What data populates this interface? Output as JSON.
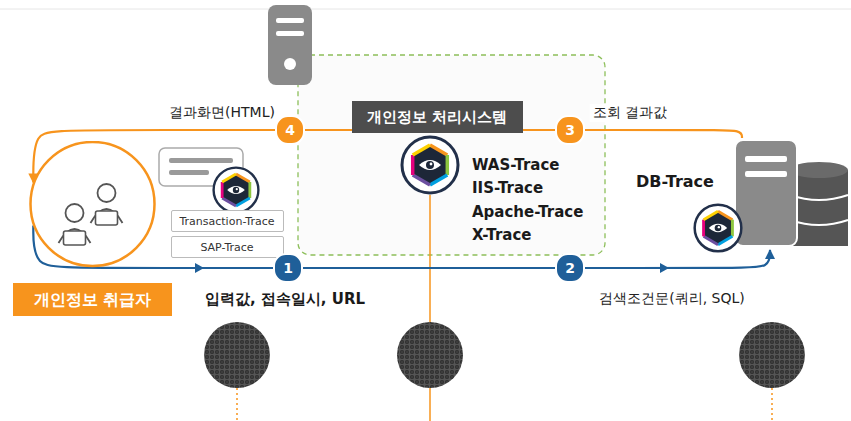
{
  "diagram": {
    "nodes": [
      {
        "text": [
          "개인정보 취급자"
        ]
      },
      {
        "text": [
          "Transaction-Trace"
        ]
      },
      {
        "text": [
          "SAP-Trace"
        ]
      },
      {
        "text": [
          "개인정보 처리시스템"
        ]
      },
      {
        "text": [
          "DB-Trace"
        ]
      }
    ],
    "edges": [
      {
        "from": 0,
        "to": 4,
        "arrow": "to"
      },
      {
        "from": 4,
        "to": 0,
        "arrow": "to"
      }
    ],
    "labels": [
      "결과화면(HTML)",
      "4",
      "3",
      "조회 결과값",
      "WAS-Trace",
      "IIS-Trace",
      "Apache-Trace",
      "X-Trace",
      "1",
      "입력값, 접속일시, URL",
      "2",
      "검색조건문(쿼리, SQL)"
    ]
  }
}
